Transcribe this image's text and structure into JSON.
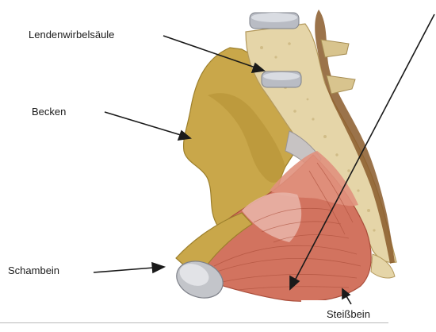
{
  "labels": {
    "lendenwirbelsaeule": "Lendenwirbelsäule",
    "becken": "Becken",
    "schambein": "Schambein",
    "steissbein": "Steißbein"
  },
  "colors": {
    "bone_pelvis": "#c9a74a",
    "bone_dark": "#a88a33",
    "vertebra_spongy": "#e5d5a8",
    "disc": "#b9bcc4",
    "spinal_canal": "#8a5a2a",
    "muscle": "#d2735f",
    "muscle_dark": "#b8553f",
    "muscle_light": "#e8b3a6",
    "arrow": "#1a1a1a",
    "baseline": "#b9b9b9"
  }
}
